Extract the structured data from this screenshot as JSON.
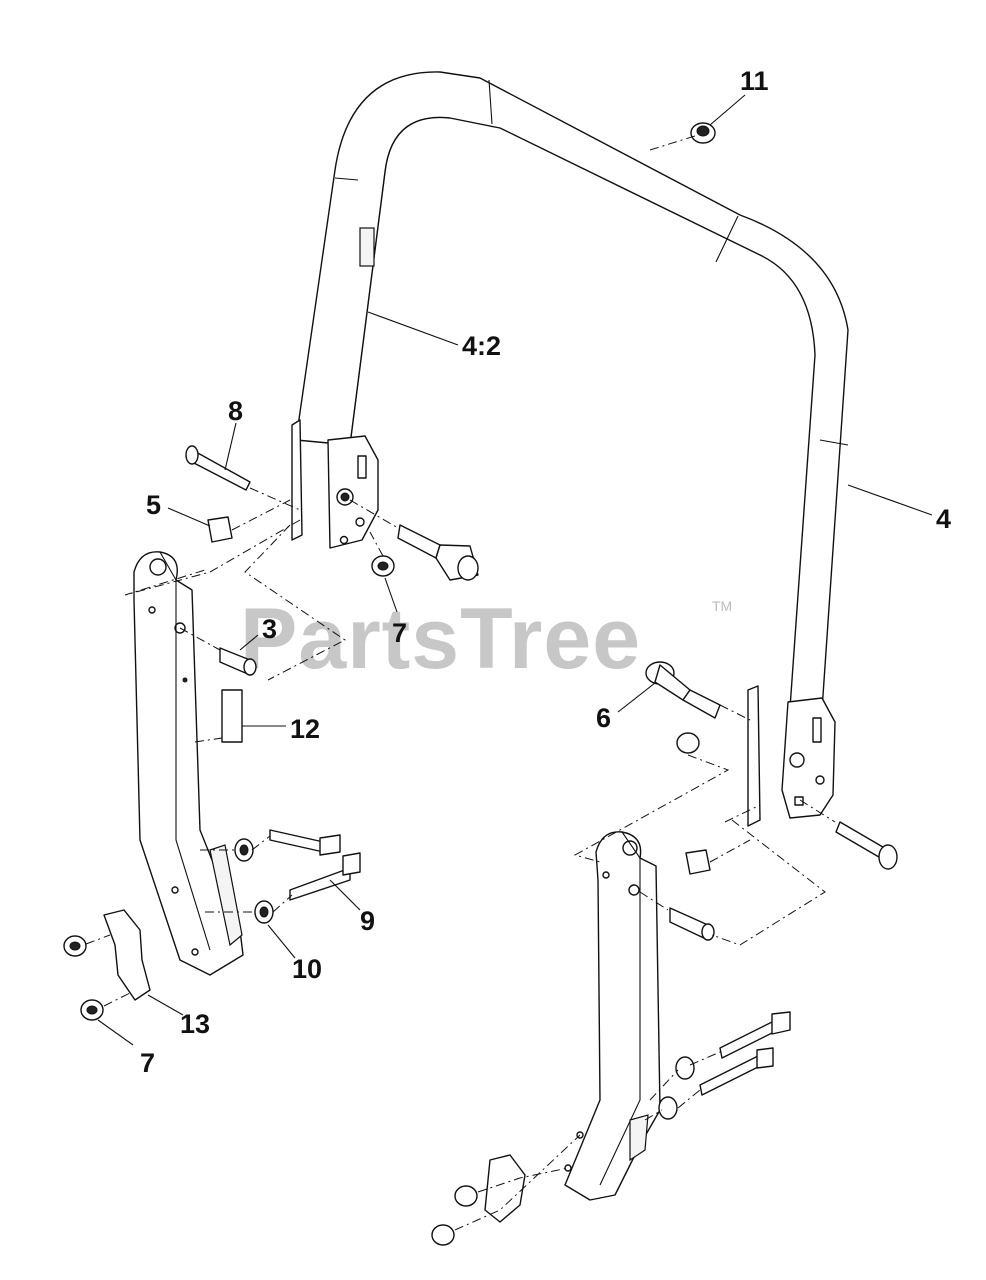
{
  "diagram": {
    "watermark": "PartsTree",
    "watermark_tm": "TM",
    "callouts": {
      "c11": "11",
      "c4_2": "4:2",
      "c4": "4",
      "c8": "8",
      "c5": "5",
      "c3": "3",
      "c7a": "7",
      "c12": "12",
      "c6": "6",
      "c9": "9",
      "c10": "10",
      "c13": "13",
      "c7b": "7"
    }
  }
}
